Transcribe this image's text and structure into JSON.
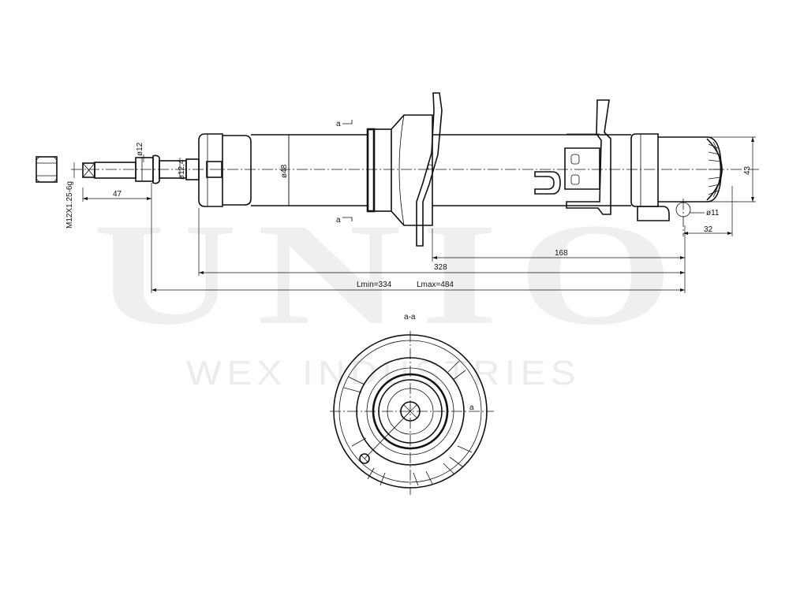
{
  "watermark": {
    "brand": "UNIO",
    "company": "WEX INDUSTRIES"
  },
  "dimensions": {
    "thread": "M12X1.25-6g",
    "rod_diameter": "ø12",
    "rod_diameter_inner": "ø12,4",
    "rod_length": "47",
    "body_diameter": "ø48",
    "eye_hole": "ø11",
    "eye_offset": "32",
    "eye_width": "43",
    "bracket_to_eye": "168",
    "body_length": "328",
    "l_min": "Lmin=334",
    "l_max": "Lmax=484"
  },
  "section": {
    "label": "a-a",
    "marker_top": "a",
    "marker_bottom": "a",
    "marker_side": "a"
  }
}
